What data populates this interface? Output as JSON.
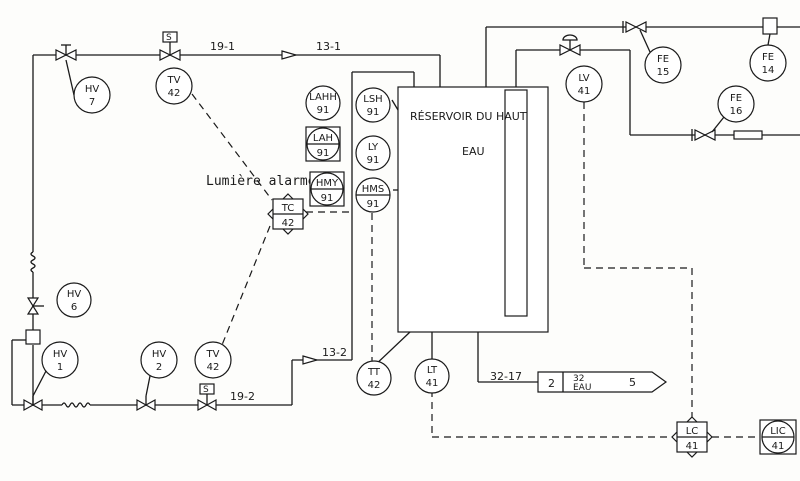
{
  "instruments": {
    "hv7": {
      "func": "HV",
      "num": "7"
    },
    "tv42_top": {
      "func": "TV",
      "num": "42"
    },
    "lahh91": {
      "func": "LAHH",
      "num": "91"
    },
    "lsh91": {
      "func": "LSH",
      "num": "91"
    },
    "lah91": {
      "func": "LAH",
      "num": "91"
    },
    "ly91": {
      "func": "LY",
      "num": "91"
    },
    "hmy91": {
      "func": "HMY",
      "num": "91"
    },
    "hms91": {
      "func": "HMS",
      "num": "91"
    },
    "tc42": {
      "func": "TC",
      "num": "42"
    },
    "hv6": {
      "func": "HV",
      "num": "6"
    },
    "hv1": {
      "func": "HV",
      "num": "1"
    },
    "hv2": {
      "func": "HV",
      "num": "2"
    },
    "tv42_bottom": {
      "func": "TV",
      "num": "42"
    },
    "tt42": {
      "func": "TT",
      "num": "42"
    },
    "lt41": {
      "func": "LT",
      "num": "41"
    },
    "lv41": {
      "func": "LV",
      "num": "41"
    },
    "fe15": {
      "func": "FE",
      "num": "15"
    },
    "fe14": {
      "func": "FE",
      "num": "14"
    },
    "fe16": {
      "func": "FE",
      "num": "16"
    },
    "lc41": {
      "func": "LC",
      "num": "41"
    },
    "lic41": {
      "func": "LIC",
      "num": "41"
    }
  },
  "lines": {
    "line_19_1": "19-1",
    "line_13_1": "13-1",
    "line_13_2": "13-2",
    "line_19_2": "19-2",
    "line_32_17": "32-17"
  },
  "solenoid_label": "S",
  "tank": {
    "title": "RÉSERVOIR DU HAUT",
    "content": "EAU"
  },
  "alarm_note": "Lumière alarme",
  "offpage": {
    "num": "2",
    "code": "32",
    "fluid": "EAU",
    "sheet": "5"
  }
}
